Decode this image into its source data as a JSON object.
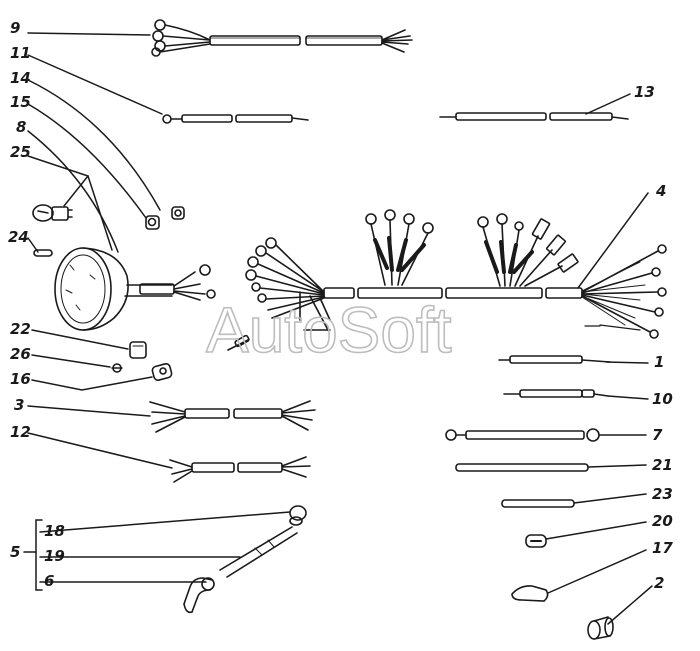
{
  "watermark": "AutoSoft",
  "labels": {
    "n9": "9",
    "n11": "11",
    "n14": "14",
    "n15": "15",
    "n8": "8",
    "n25": "25",
    "n24": "24",
    "n22": "22",
    "n26": "26",
    "n16": "16",
    "n3": "3",
    "n12": "12",
    "n5": "5",
    "n18": "18",
    "n19": "19",
    "n6": "6",
    "n13": "13",
    "n4": "4",
    "n1": "1",
    "n10": "10",
    "n7": "7",
    "n21": "21",
    "n23": "23",
    "n20": "20",
    "n17": "17",
    "n2": "2"
  },
  "colors": {
    "ink": "#1a1a1a",
    "paper": "#ffffff",
    "watermark": "#bdbdbd"
  }
}
